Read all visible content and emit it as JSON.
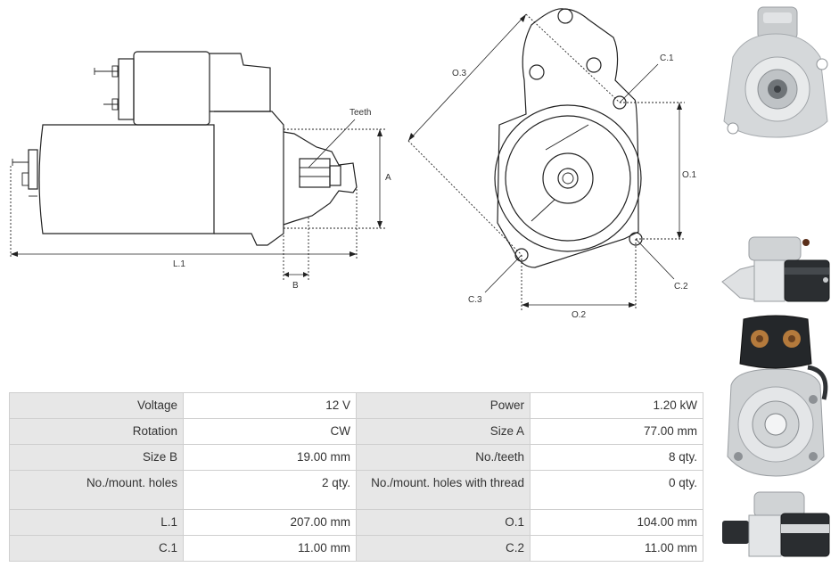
{
  "labels": {
    "teeth": "Teeth",
    "A": "A",
    "L1": "L.1",
    "B": "B",
    "O3": "O.3",
    "C1": "C.1",
    "O1": "O.1",
    "C2": "C.2",
    "C3": "C.3",
    "O2": "O.2"
  },
  "specs": {
    "rows": [
      [
        {
          "k": "Voltage",
          "v": "12 V"
        },
        {
          "k": "Power",
          "v": "1.20 kW"
        }
      ],
      [
        {
          "k": "Rotation",
          "v": "CW"
        },
        {
          "k": "Size A",
          "v": "77.00 mm"
        }
      ],
      [
        {
          "k": "Size B",
          "v": "19.00 mm"
        },
        {
          "k": "No./teeth",
          "v": "8 qty."
        }
      ],
      [
        {
          "k": "No./mount. holes",
          "v": "2 qty."
        },
        {
          "k": "No./mount. holes with thread",
          "v": "0 qty."
        }
      ],
      [
        {
          "k": "L.1",
          "v": "207.00 mm"
        },
        {
          "k": "O.1",
          "v": "104.00 mm"
        }
      ],
      [
        {
          "k": "C.1",
          "v": "11.00 mm"
        },
        {
          "k": "C.2",
          "v": "11.00 mm"
        }
      ]
    ]
  }
}
